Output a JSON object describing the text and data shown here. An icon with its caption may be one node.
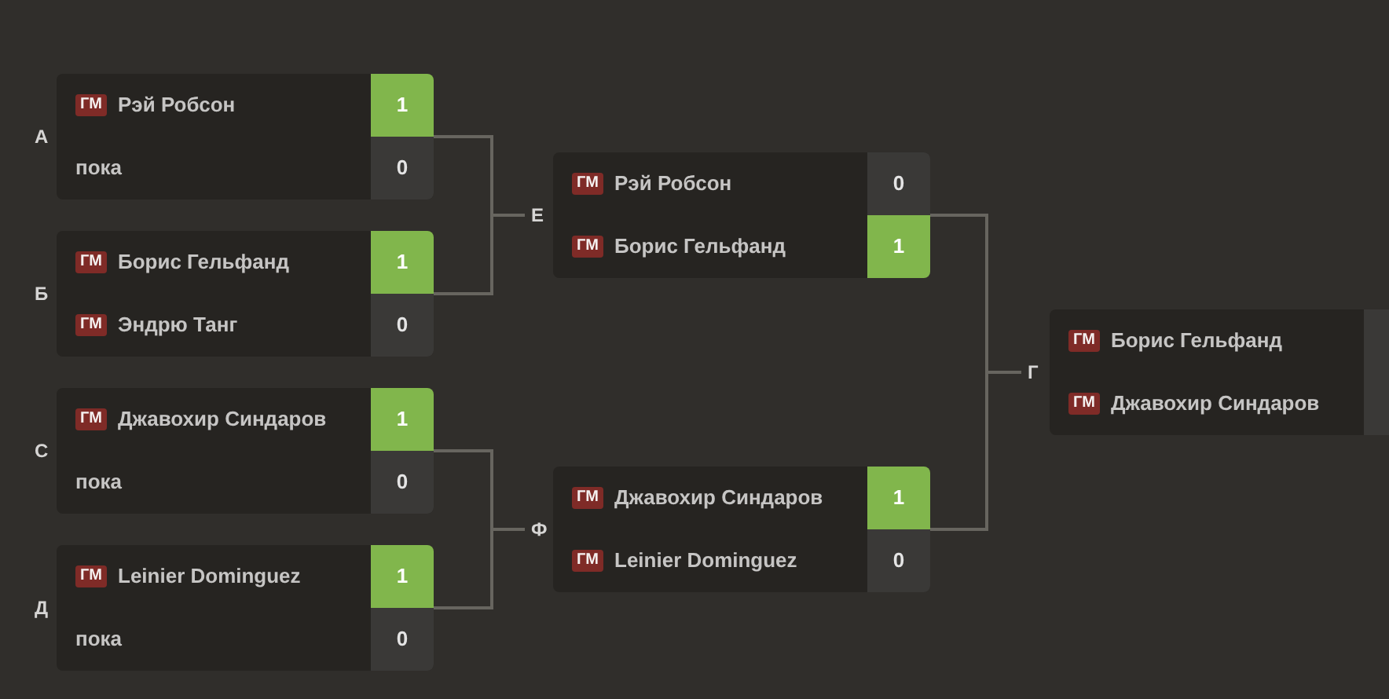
{
  "diagram": {
    "nodes": [
      {
        "text": [
          "А",
          "ГМ",
          "Рэй Робсон",
          "1",
          "пока",
          "0"
        ]
      },
      {
        "text": [
          "Б",
          "ГМ",
          "Борис Гельфанд",
          "1",
          "ГМ",
          "Эндрю Танг",
          "0"
        ]
      },
      {
        "text": [
          "С",
          "ГМ",
          "Джавохир Синдаров",
          "1",
          "пока",
          "0"
        ]
      },
      {
        "text": [
          "Д",
          "ГМ",
          "Leinier Dominguez",
          "1",
          "пока",
          "0"
        ]
      },
      {
        "text": [
          "Е",
          "ГМ",
          "Рэй Робсон",
          "0",
          "ГМ",
          "Борис Гельфанд",
          "1"
        ]
      },
      {
        "text": [
          "Ф",
          "ГМ",
          "Джавохир Синдаров",
          "1",
          "ГМ",
          "Leinier Dominguez",
          "0"
        ]
      },
      {
        "text": [
          "Г",
          "ГМ",
          "Борис Гельфанд",
          "ГМ",
          "Джавохир Синдаров"
        ]
      }
    ],
    "edges": [
      {
        "from": 0,
        "to": 4,
        "arrow": "none"
      },
      {
        "from": 1,
        "to": 4,
        "arrow": "none"
      },
      {
        "from": 2,
        "to": 5,
        "arrow": "none"
      },
      {
        "from": 3,
        "to": 5,
        "arrow": "none"
      },
      {
        "from": 4,
        "to": 6,
        "arrow": "none"
      },
      {
        "from": 5,
        "to": 6,
        "arrow": "none"
      }
    ]
  }
}
